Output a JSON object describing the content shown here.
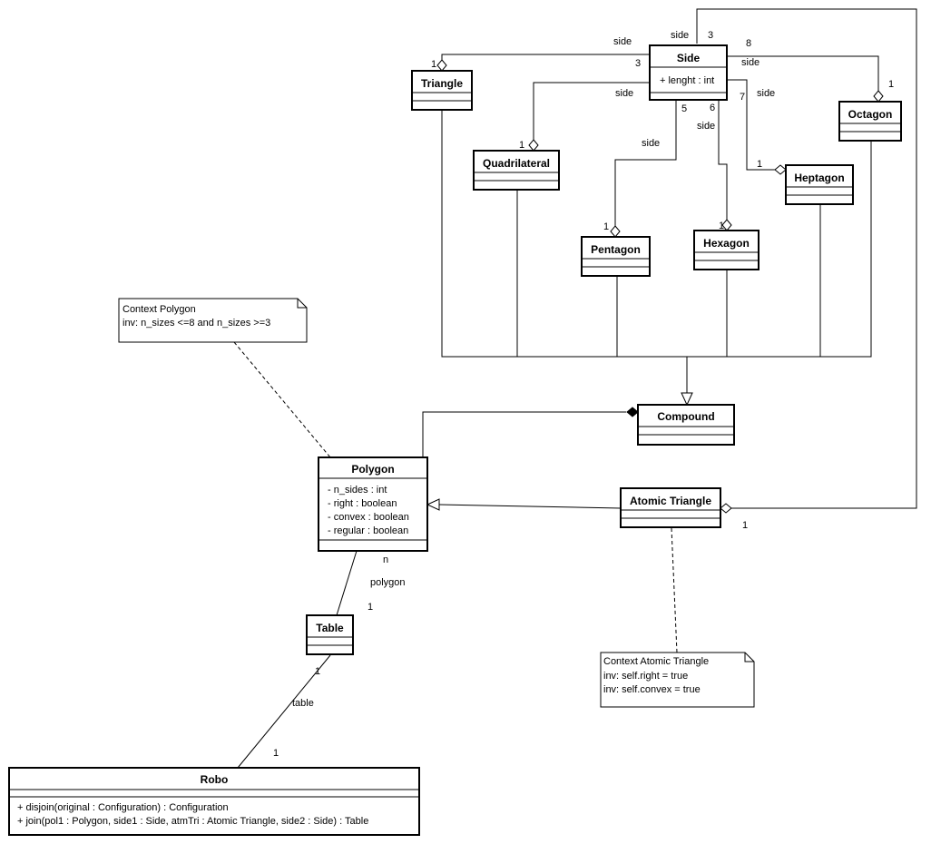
{
  "classes": {
    "side": {
      "name": "Side",
      "attributes": [
        "+ lenght : int"
      ]
    },
    "triangle": {
      "name": "Triangle",
      "attributes": []
    },
    "quadrilateral": {
      "name": "Quadrilateral",
      "attributes": []
    },
    "pentagon": {
      "name": "Pentagon",
      "attributes": []
    },
    "hexagon": {
      "name": "Hexagon",
      "attributes": []
    },
    "heptagon": {
      "name": "Heptagon",
      "attributes": []
    },
    "octagon": {
      "name": "Octagon",
      "attributes": []
    },
    "compound": {
      "name": "Compound",
      "attributes": []
    },
    "polygon": {
      "name": "Polygon",
      "attributes": [
        "- n_sides : int",
        "- right : boolean",
        "- convex : boolean",
        "- regular : boolean"
      ]
    },
    "atomic_triangle": {
      "name": "Atomic Triangle",
      "attributes": []
    },
    "table": {
      "name": "Table",
      "attributes": []
    },
    "robo": {
      "name": "Robo",
      "attributes": [],
      "operations": [
        "+ disjoin(original : Configuration) : Configuration",
        "+ join(pol1 : Polygon, side1 : Side, atmTri : Atomic Triangle, side2 : Side) : Table"
      ]
    }
  },
  "notes": {
    "polygon_note": [
      "Context Polygon",
      "inv: n_sizes <=8 and n_sizes >=3"
    ],
    "atomic_note": [
      "Context Atomic Triangle",
      "inv: self.right = true",
      "inv: self.convex = true"
    ]
  },
  "labels": {
    "tri_role": "side",
    "tri_mult_side": "3",
    "tri_mult_poly": "1",
    "quad_role": "side",
    "quad_mult_poly": "1",
    "pent_role": "side",
    "pent_mult_side": "5",
    "pent_mult_poly": "1",
    "hex_role": "side",
    "hex_mult_side": "6",
    "hex_mult_poly": "1",
    "hept_role": "side",
    "hept_mult_side": "7",
    "hept_mult_poly": "1",
    "oct_role": "side",
    "oct_mult_side": "8",
    "oct_mult_poly": "1",
    "atomic_role": "side",
    "atomic_mult_side": "3",
    "atomic_mult_poly": "1",
    "poly_mult_n": "n",
    "poly_table_role": "polygon",
    "poly_table_mult": "1",
    "table_mult": "1",
    "table_robo_role": "table",
    "robo_mult": "1"
  }
}
